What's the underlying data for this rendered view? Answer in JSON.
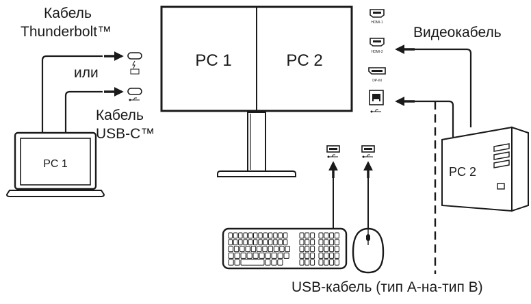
{
  "labels": {
    "thunderbolt_cable_line1": "Кабель",
    "thunderbolt_cable_line2": "Thunderbolt™",
    "or": "или",
    "usbc_cable_line1": "Кабель",
    "usbc_cable_line2": "USB-C™",
    "video_cable": "Видеокабель",
    "usb_cable": "USB-кабель (тип A-на-тип B)"
  },
  "monitor": {
    "left_screen": "PC 1",
    "right_screen": "PC 2"
  },
  "laptop": {
    "screen": "PC 1"
  },
  "tower": {
    "label": "PC 2"
  },
  "ports": {
    "hdmi1": "HDMI-1",
    "hdmi2": "HDMI-2",
    "dp_in": "DP-IN"
  },
  "colors": {
    "line": "#1a1a1a",
    "background": "#ffffff"
  }
}
